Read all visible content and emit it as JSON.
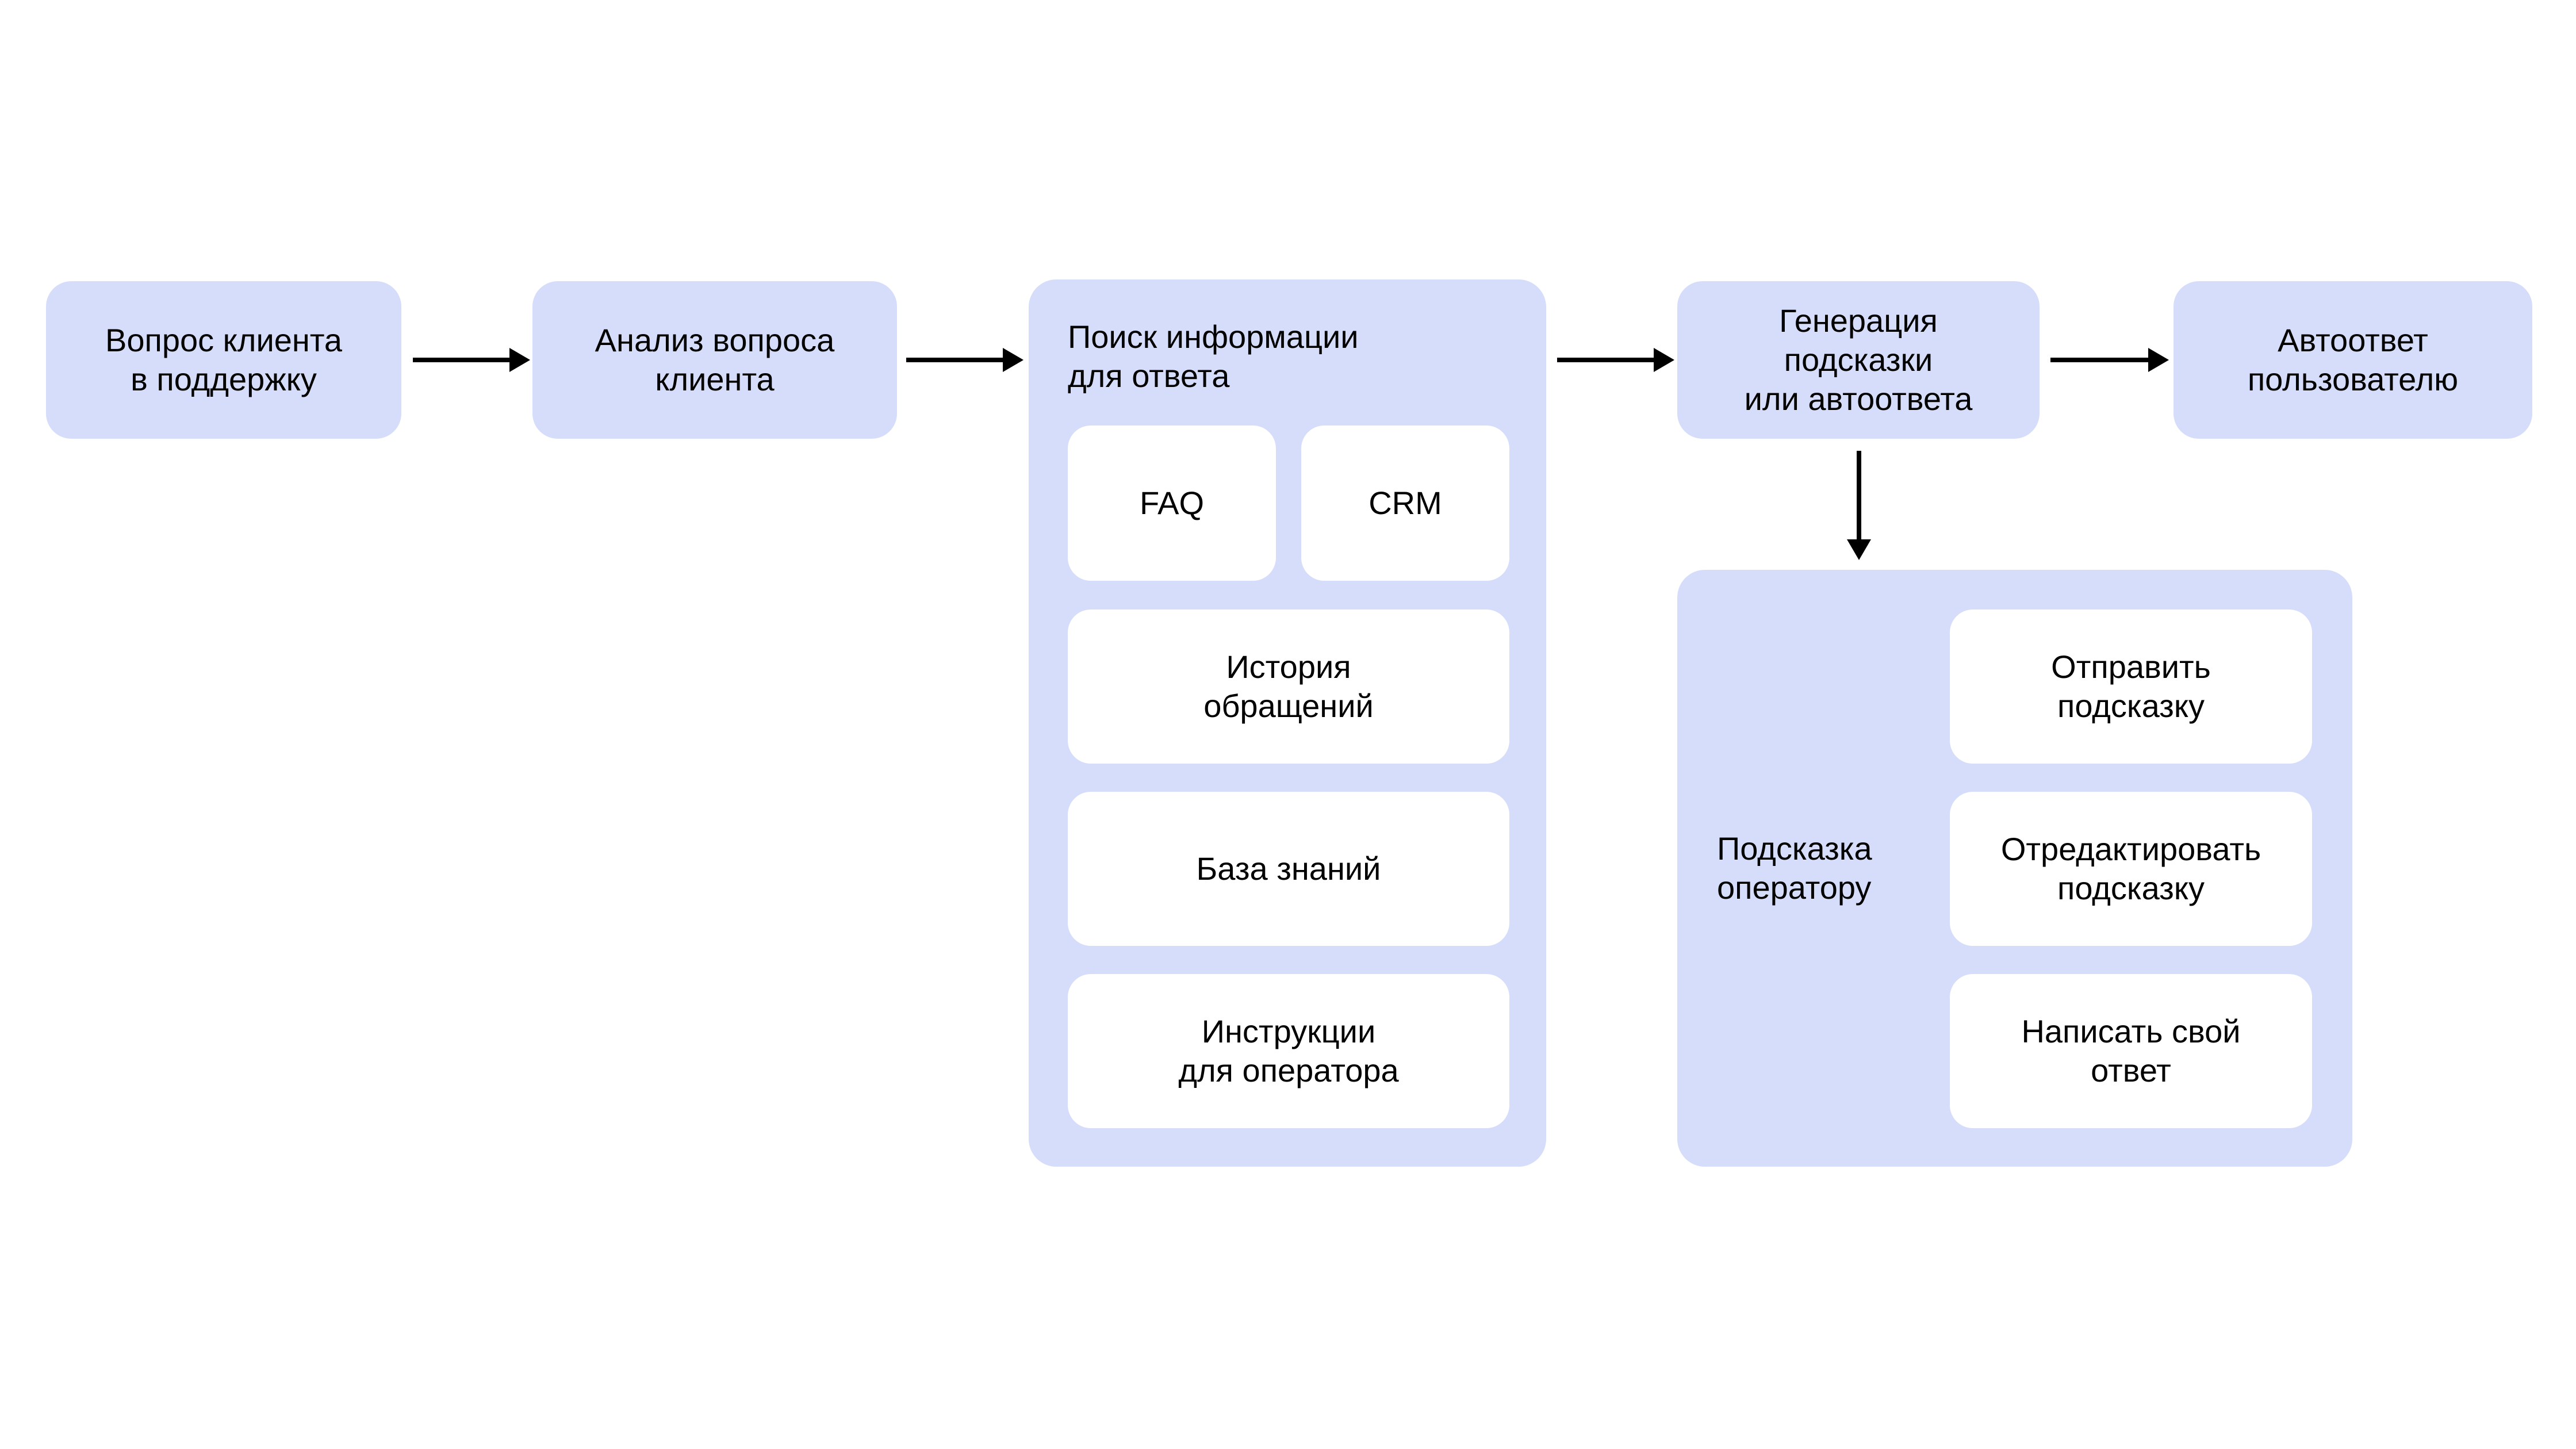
{
  "colors": {
    "node_fill": "#d5ddfb",
    "card_fill": "#ffffff",
    "text": "#000000",
    "arrow": "#000000",
    "background": "#ffffff"
  },
  "flow": {
    "step1": {
      "label": "Вопрос клиента\nв поддержку"
    },
    "step2": {
      "label": "Анализ вопроса\nклиента"
    },
    "step3": {
      "title": "Поиск информации\nдля ответа",
      "sources": [
        "FAQ",
        "CRM",
        "История\nобращений",
        "База знаний",
        "Инструкции\nдля оператора"
      ]
    },
    "step4": {
      "label": "Генерация\nподсказки\nили автоответа"
    },
    "step5": {
      "label": "Автоответ\nпользователю"
    },
    "step6": {
      "label": "Подсказка\nоператору",
      "actions": [
        "Отправить\nподсказку",
        "Отредактировать\nподсказку",
        "Написать свой\nответ"
      ]
    }
  }
}
